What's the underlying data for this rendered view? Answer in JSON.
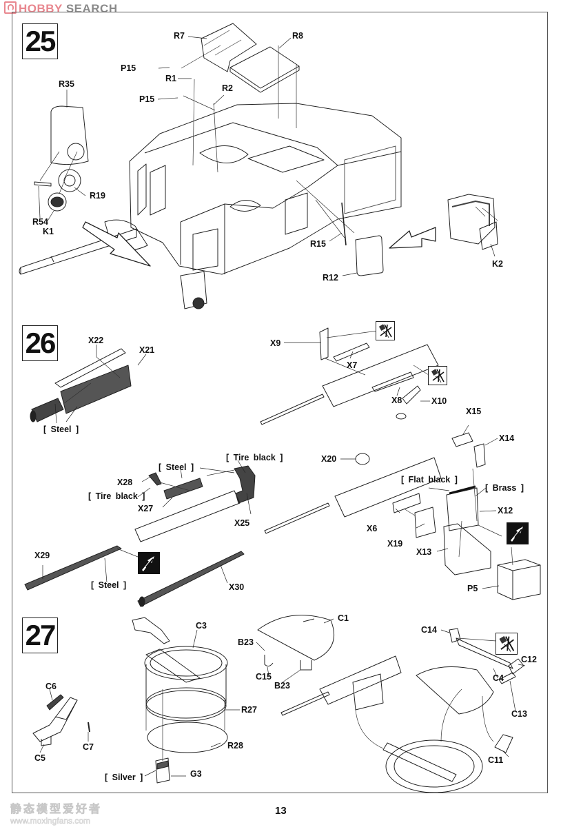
{
  "watermark_top": {
    "brand_a": "HOBBY",
    "brand_b": " SEARCH",
    "icon": "hobbysearch-logo-icon"
  },
  "watermark_bottom": {
    "chinese": "静态模型爱好者",
    "url": "www.moxingfans.com"
  },
  "page_number": "13",
  "icons": {
    "no_glue": "no-glue-icon",
    "same_part_swap": "swap-arrows-icon",
    "direction_arrow": "assembly-arrow-icon"
  },
  "steps": [
    {
      "number": "25",
      "labels": [
        "R7",
        "R8",
        "P15",
        "R1",
        "P15",
        "R2",
        "R35",
        "R19",
        "R54",
        "K1",
        "R15",
        "R12",
        "K2"
      ]
    },
    {
      "number": "26",
      "labels": [
        "X22",
        "X21",
        "X9",
        "X7",
        "X8",
        "X10",
        "X28",
        "X27",
        "X25",
        "X29",
        "X30",
        "X20",
        "X15",
        "X14",
        "X6",
        "X12",
        "X19",
        "X13",
        "P5"
      ],
      "paint": [
        "[ Steel ]",
        "[ Steel ]",
        "[ Tire black ]",
        "[ Tire black ]",
        "[ Steel ]",
        "[ Flat black ]",
        "[ Brass ]"
      ]
    },
    {
      "number": "27",
      "labels": [
        "C3",
        "C6",
        "C7",
        "C5",
        "R27",
        "R28",
        "G3",
        "C1",
        "B23",
        "C15",
        "B23",
        "C14",
        "C12",
        "C4",
        "C13",
        "C11"
      ],
      "paint": [
        "[ Silver ]"
      ]
    }
  ]
}
